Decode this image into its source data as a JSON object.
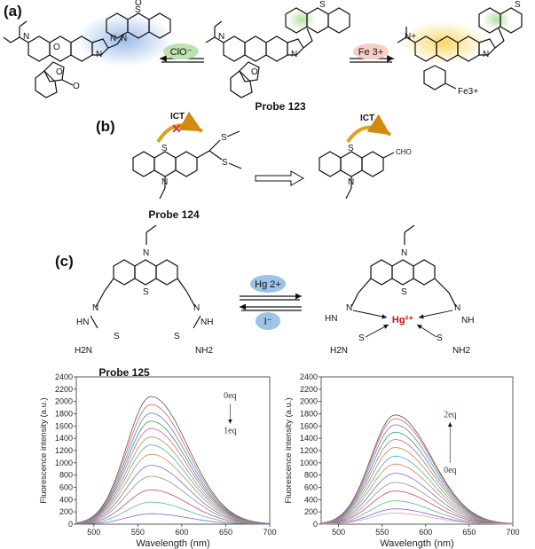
{
  "panels": {
    "a": {
      "label": "(a)",
      "probe": "Probe 123",
      "left_reagent": "ClO⁻",
      "right_reagent": "Fe 3+",
      "atoms": {
        "n": "N",
        "o": "O",
        "s": "S",
        "sox": "O",
        "fe": "Fe3+",
        "nplus": "N+"
      }
    },
    "b": {
      "label": "(b)",
      "probe": "Probe 124",
      "ict_left": "ICT",
      "ict_right": "ICT",
      "cho": "CHO",
      "atoms": {
        "s": "S",
        "n": "N"
      }
    },
    "c": {
      "label": "(c)",
      "probe": "Probe 125",
      "forward_reagent": "Hg 2+",
      "reverse_reagent": "I⁻",
      "complex_ion": "Hg²⁺",
      "atoms": {
        "n": "N",
        "s": "S",
        "hn": "HN",
        "h2n": "H2N",
        "nh": "NH",
        "nh2": "NH2"
      }
    }
  },
  "colors": {
    "ict_arrow": "#e0a020",
    "cross": "#e03030",
    "hg_red": "#d01010",
    "pill_green": "#bfe3b0",
    "pill_pink": "#f7cfc8",
    "pill_blue": "#9dc3e6",
    "glow_blue": "#a8c4ea",
    "glow_yellow": "#f8e08a",
    "glow_green": "#b8e0a8",
    "glow_pink": "#f5c5c5"
  },
  "chart_data": [
    {
      "type": "line",
      "xlabel": "Wavelength (nm)",
      "ylabel": "Fluorescence intensity (a.u.)",
      "xlim": [
        480,
        700
      ],
      "ylim": [
        0,
        2400
      ],
      "xticks": [
        500,
        550,
        600,
        650,
        700
      ],
      "yticks": [
        0,
        200,
        400,
        600,
        800,
        1000,
        1200,
        1400,
        1600,
        1800,
        2000,
        2200,
        2400
      ],
      "peak_x": 565,
      "peak_values": [
        2080,
        1950,
        1810,
        1680,
        1560,
        1420,
        1290,
        1140,
        960,
        780,
        560,
        360,
        170
      ],
      "annotation": {
        "from": "0eq",
        "to": "1eq",
        "direction": "down"
      },
      "grid": false
    },
    {
      "type": "line",
      "xlabel": "Wavelength (nm)",
      "ylabel": "Fluorescence intensity (a.u.)",
      "xlim": [
        480,
        700
      ],
      "ylim": [
        0,
        2400
      ],
      "xticks": [
        500,
        550,
        600,
        650,
        700
      ],
      "yticks": [
        0,
        200,
        400,
        600,
        800,
        1000,
        1200,
        1400,
        1600,
        1800,
        2000,
        2200,
        2400
      ],
      "peak_x": 565,
      "peak_values": [
        1780,
        1720,
        1620,
        1500,
        1380,
        1250,
        1110,
        980,
        830,
        680,
        540,
        380,
        250,
        180
      ],
      "annotation": {
        "from": "0eq",
        "to": "2eq",
        "direction": "up"
      },
      "grid": false
    }
  ],
  "series_colors": [
    "#555555",
    "#e05a5a",
    "#5a7ae0",
    "#3aa050",
    "#c060c0",
    "#b09040",
    "#40b0c0",
    "#e08050",
    "#7070d0",
    "#909090",
    "#d04070",
    "#50c080",
    "#8060e0",
    "#e0a0a0"
  ]
}
